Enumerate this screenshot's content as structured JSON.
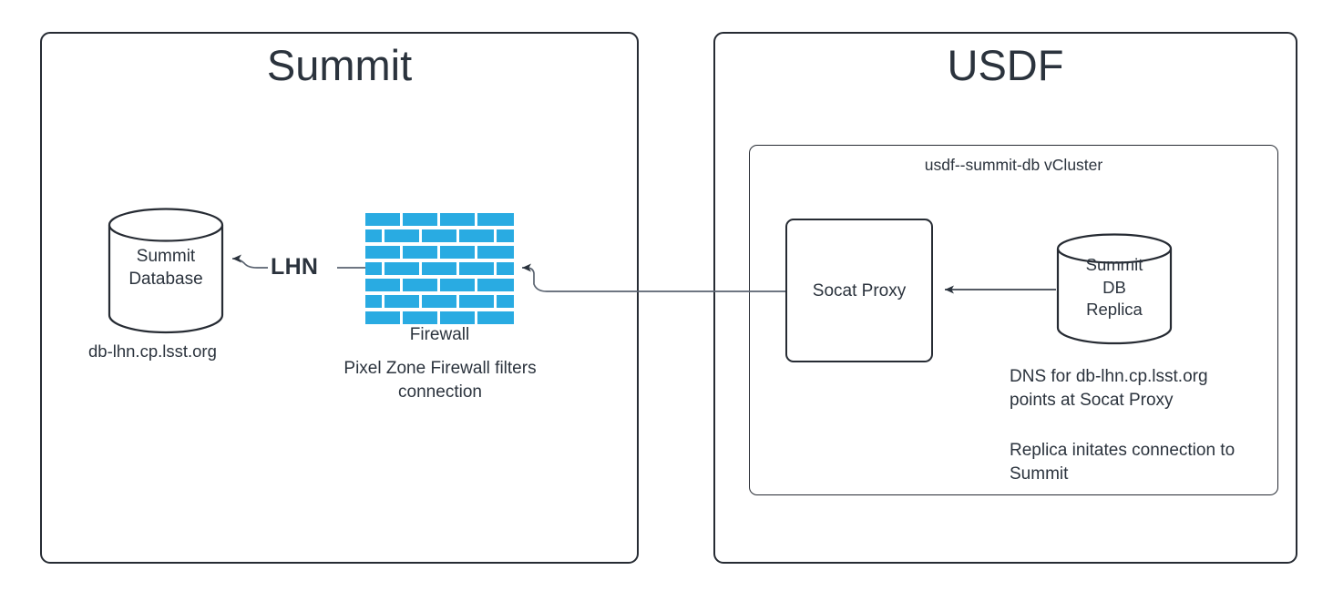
{
  "diagram": {
    "title_summit": "Summit",
    "title_usdf": "USDF",
    "background": "#ffffff",
    "stroke_color": "#262b33",
    "text_color": "#2b333d",
    "accent_color": "#29abe2"
  },
  "summit_zone": {
    "label": "Summit",
    "database": {
      "label_line1": "Summit",
      "label_line2": "Database",
      "hostname_note": "db-lhn.cp.lsst.org"
    },
    "firewall": {
      "icon_name": "firewall-brick-icon",
      "caption": "Firewall",
      "note": "Pixel Zone Firewall filters\nconnection",
      "brick_color": "#29abe2",
      "rows": 7,
      "bricks_per_full_row": 4
    },
    "connection_label": "LHN"
  },
  "usdf_zone": {
    "label": "USDF",
    "vcluster": {
      "label": "usdf--summit-db vCluster",
      "socat_proxy": {
        "label": "Socat Proxy"
      },
      "replica": {
        "label_line1": "Summit",
        "label_line2": "DB",
        "label_line3": "Replica",
        "note_dns": "DNS for db-lhn.cp.lsst.org\npoints at Socat Proxy",
        "note_connection": "Replica initates connection to\nSummit"
      }
    }
  },
  "connectors": {
    "replica_to_proxy": "arrow-left",
    "proxy_to_firewall": "arrow-left",
    "firewall_to_database": "arrow-left"
  }
}
